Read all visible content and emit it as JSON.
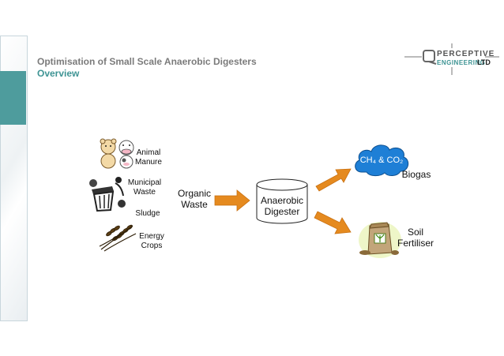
{
  "header": {
    "title": "Optimisation of Small Scale Anaerobic Digesters",
    "subtitle": "Overview"
  },
  "logo": {
    "line1": "PERCEPTIVE",
    "line2": "ENGINEERING",
    "line3": "LTD"
  },
  "inputs": {
    "animal_manure": [
      "Animal",
      "Manure"
    ],
    "municipal_waste": [
      "Municipal",
      "Waste"
    ],
    "sludge": "Sludge",
    "energy_crops": [
      "Energy",
      "Crops"
    ]
  },
  "organic_waste": [
    "Organic",
    "Waste"
  ],
  "digester": [
    "Anaerobic",
    "Digester"
  ],
  "outputs": {
    "gas_cloud": "CH₄ & CO₂",
    "biogas": "Biogas",
    "soil_fertiliser": [
      "Soil",
      "Fertiliser"
    ]
  },
  "colors": {
    "teal": "#4e9c9d",
    "arrow": "#e58a1f",
    "cloud": "#1e7fd6"
  }
}
